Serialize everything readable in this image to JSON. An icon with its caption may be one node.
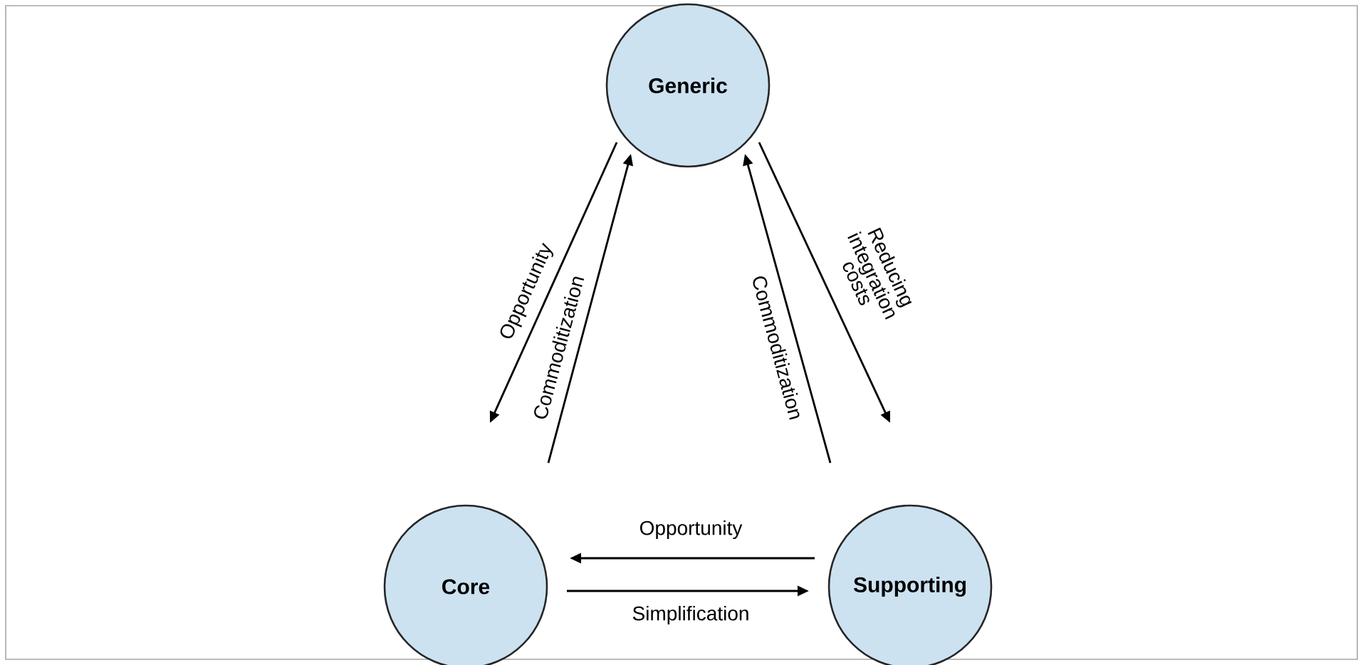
{
  "diagram": {
    "nodes": [
      {
        "text": [
          "Generic"
        ]
      },
      {
        "text": [
          "Core"
        ]
      },
      {
        "text": [
          "Supporting"
        ]
      }
    ],
    "edges": [
      {
        "from": 0,
        "to": 1,
        "arrow": "to",
        "label": "Opportunity"
      },
      {
        "from": 1,
        "to": 0,
        "arrow": "to",
        "label": "Commoditization"
      },
      {
        "from": 2,
        "to": 0,
        "arrow": "to",
        "label": "Commoditization"
      },
      {
        "from": 0,
        "to": 2,
        "arrow": "to",
        "label": "Reducing integration costs"
      },
      {
        "from": 2,
        "to": 1,
        "arrow": "to",
        "label": "Opportunity"
      },
      {
        "from": 1,
        "to": 2,
        "arrow": "to",
        "label": "Simplification"
      }
    ]
  }
}
